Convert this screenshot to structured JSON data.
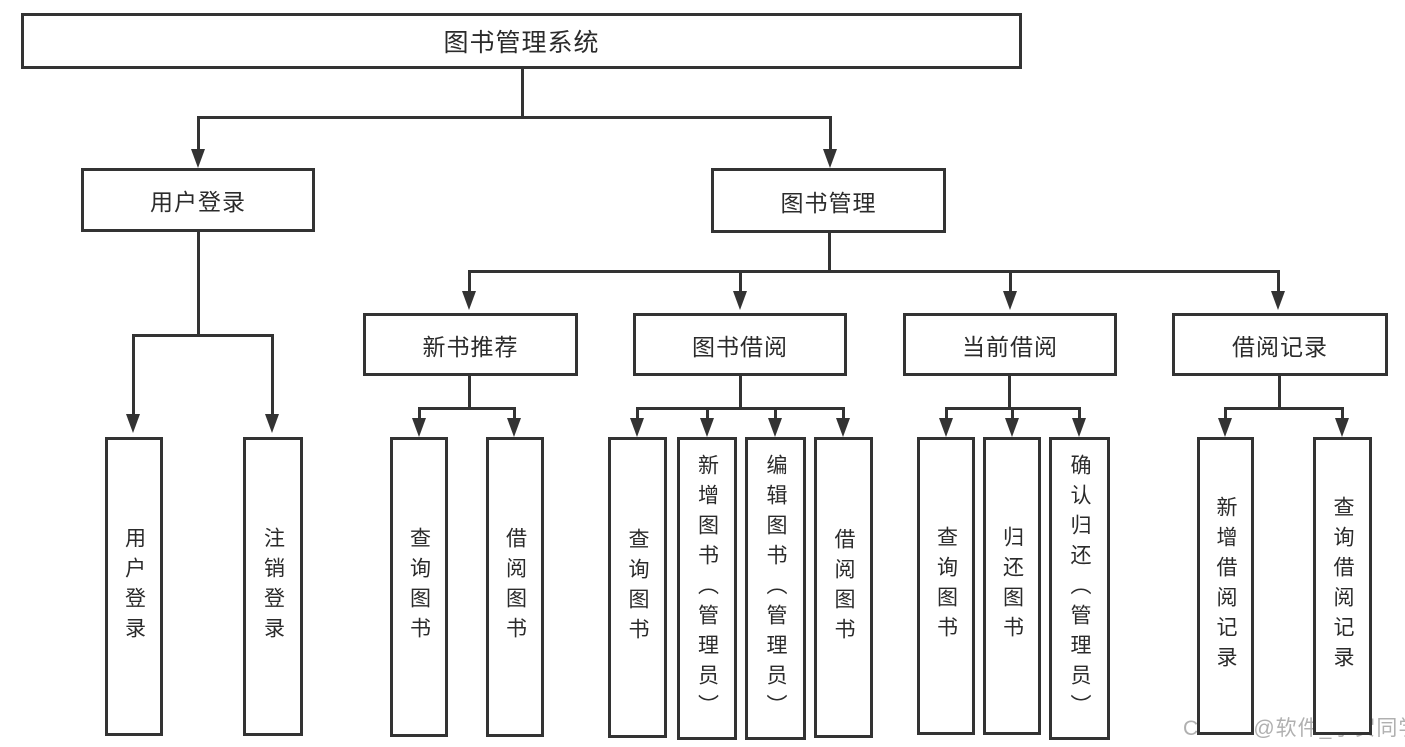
{
  "diagram_title": "图书管理系统",
  "colors": {
    "line": "#333333",
    "text": "#2b2b2b",
    "watermark": "#b0b0b0",
    "background": "#ffffff"
  },
  "tree": {
    "root": {
      "label": "图书管理系统"
    },
    "branches": [
      {
        "label": "用户登录",
        "children": [
          {
            "label": "用户登录"
          },
          {
            "label": "注销登录"
          }
        ]
      },
      {
        "label": "图书管理",
        "children": [
          {
            "label": "新书推荐",
            "children": [
              {
                "label": "查询图书"
              },
              {
                "label": "借阅图书"
              }
            ]
          },
          {
            "label": "图书借阅",
            "children": [
              {
                "label": "查询图书"
              },
              {
                "label": "新增图书（管理员）"
              },
              {
                "label": "编辑图书（管理员）"
              },
              {
                "label": "借阅图书"
              }
            ]
          },
          {
            "label": "当前借阅",
            "children": [
              {
                "label": "查询图书"
              },
              {
                "label": "归还图书"
              },
              {
                "label": "确认归还（管理员）"
              }
            ]
          },
          {
            "label": "借阅记录",
            "children": [
              {
                "label": "新增借阅记录"
              },
              {
                "label": "查询借阅记录"
              }
            ]
          }
        ]
      }
    ]
  },
  "watermark": {
    "text": "CSDN @软件_小贺同学"
  }
}
